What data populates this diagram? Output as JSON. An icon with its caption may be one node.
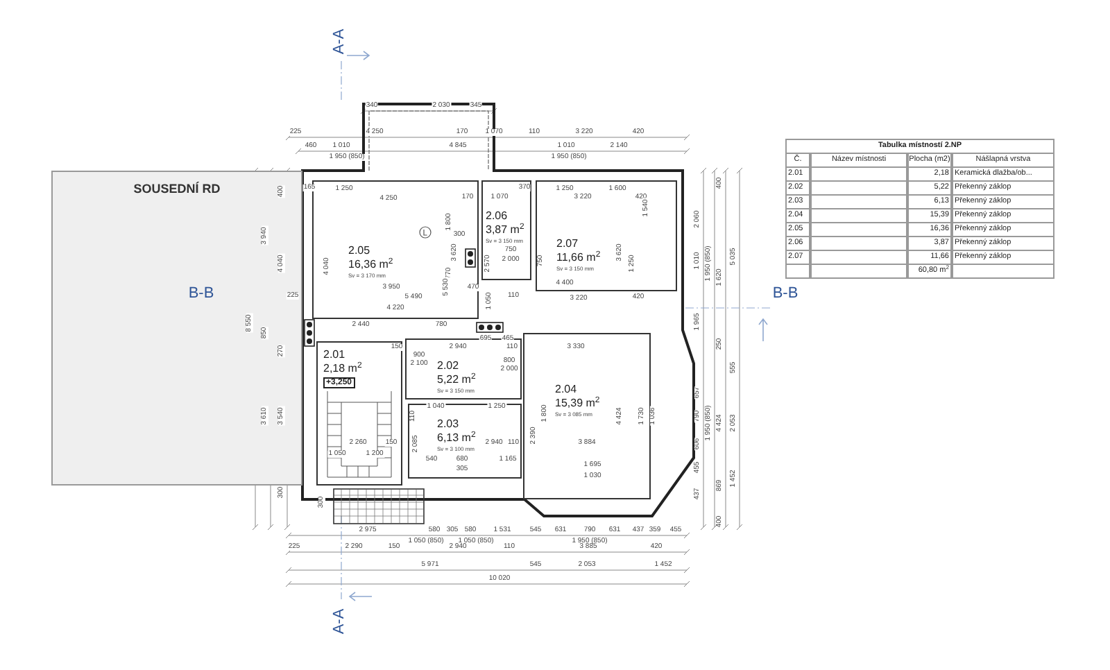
{
  "diagram": {
    "nodes": [
      {
        "text": [
          "SOUSEDNÍ RD"
        ]
      },
      {
        "text": [
          "2.05",
          "16,36 m$^{2}$",
          "Sv = 3 170 mm"
        ]
      },
      {
        "text": [
          "2.06",
          "3,87 m$^{2}$",
          "Sv = 3 150 mm"
        ]
      },
      {
        "text": [
          "2.07",
          "11,66 m$^{2}$",
          "Sv = 3 150 mm"
        ]
      },
      {
        "text": [
          "2.01",
          "2,18 m$^{2}$",
          "+3,250"
        ]
      },
      {
        "text": [
          "2.02",
          "5,22 m$^{2}$",
          "Sv = 3 150 mm"
        ]
      },
      {
        "text": [
          "2.03",
          "6,13 m$^{2}$",
          "Sv = 3 100 mm"
        ]
      },
      {
        "text": [
          "2.04",
          "15,39 m$^{2}$",
          "Sv = 3 085 mm"
        ]
      }
    ],
    "edges": [],
    "labels": [
      "A-A",
      "340",
      "2 030",
      "345",
      "225",
      "4 250",
      "170",
      "1 070",
      "110",
      "3 220",
      "420",
      "460",
      "1 010",
      "1 950 (850)",
      "4 845",
      "1 010",
      "1 950 (850)",
      "2 140",
      "400",
      "3 940",
      "4 040",
      "B-B",
      "8 550",
      "850",
      "270",
      "3 610",
      "3 540",
      "300",
      "300",
      "400",
      "2 060",
      "1 010",
      "1 950 (850)",
      "1 620",
      "5 035",
      "B-B",
      "1 965",
      "250",
      "555",
      "657",
      "790",
      "1 950 (850)",
      "4 424",
      "2 053",
      "606",
      "455",
      "869",
      "1 452",
      "437",
      "400",
      "165",
      "1 250",
      "4 250",
      "170",
      "1 070",
      "370",
      "1 250",
      "3 220",
      "1 600",
      "420",
      "1 800",
      "300",
      "3 620",
      "770",
      "2 570",
      "750",
      "2 000",
      "750",
      "3 620",
      "1 250",
      "1 540",
      "4 040",
      "225",
      "3 950",
      "5 490",
      "5 530",
      "470",
      "1 050",
      "110",
      "4 400",
      "3 220",
      "420",
      "4 220",
      "2 440",
      "780",
      "695",
      "465",
      "150",
      "2 940",
      "110",
      "3 330",
      "900",
      "2 100",
      "800",
      "2 000",
      "110",
      "1 040",
      "1 250",
      "1 800",
      "4 424",
      "1 730",
      "1 036",
      "2 390",
      "2 085",
      "2 260",
      "150",
      "2 940",
      "110",
      "3 884",
      "1 050",
      "1 200",
      "540",
      "680",
      "1 165",
      "305",
      "1 695",
      "1 030",
      "2 975",
      "580",
      "305",
      "580",
      "1 531",
      "545",
      "631",
      "790",
      "631",
      "437",
      "359",
      "455",
      "1 050 (850)",
      "1 050 (850)",
      "1 950 (850)",
      "225",
      "2 290",
      "150",
      "2 940",
      "110",
      "3 885",
      "420",
      "5 971",
      "545",
      "2 053",
      "1 452",
      "10 020",
      "A-A",
      "Tabulka místností 2.NP",
      "Č.",
      "Název místnosti",
      "Plocha (m2)",
      "Nášlapná vrstva",
      "2.01",
      "2,18",
      "Keramická dlažba/ob...",
      "2.02",
      "5,22",
      "Překenný záklop",
      "2.03",
      "6,13",
      "Překenný záklop",
      "2.04",
      "15,39",
      "Překenný záklop",
      "2.05",
      "16,36",
      "Překenný záklop",
      "2.06",
      "3,87",
      "Překenný záklop",
      "2.07",
      "11,66",
      "Překenný záklop",
      "60,80 m$^{2}$"
    ]
  }
}
